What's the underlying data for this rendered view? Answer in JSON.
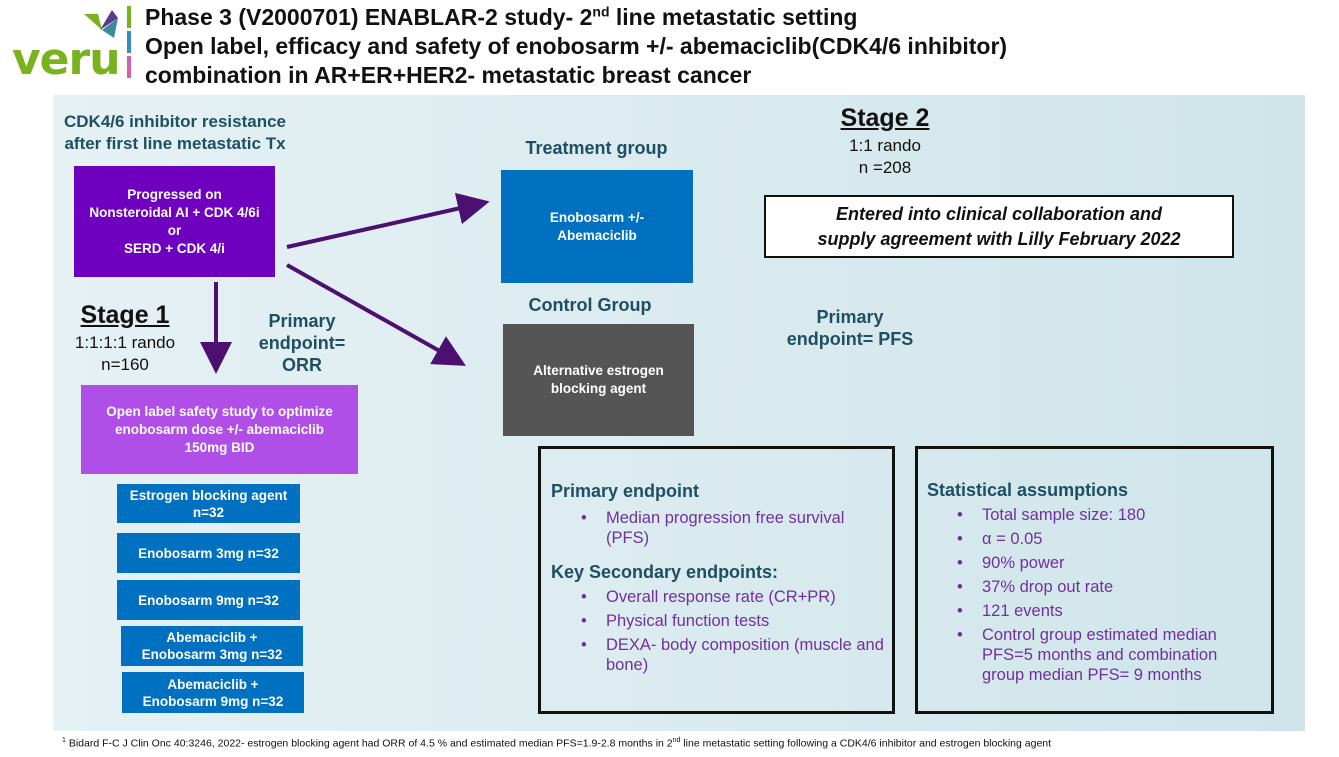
{
  "logo": {
    "text": "veru"
  },
  "title": {
    "line1_pre": "Phase 3 (V2000701) ENABLAR-2 study- 2",
    "line1_sup": "nd",
    "line1_post": " line metastatic setting",
    "line2": "Open label, efficacy and safety of enobosarm +/- abemaciclib(CDK4/6 inhibitor)",
    "line3": "combination in AR+ER+HER2- metastatic breast cancer"
  },
  "resistance": {
    "line1": "CDK4/6 inhibitor resistance",
    "line2": "after first line metastatic Tx"
  },
  "progressed_box": {
    "l1": "Progressed on",
    "l2": "Nonsteroidal AI + CDK 4/6i",
    "l3": "or",
    "l4": "SERD + CDK 4/i"
  },
  "stage1": {
    "heading": "Stage 1",
    "rando": "1:1:1:1 rando",
    "n": "n=160"
  },
  "stage1_endpoint": {
    "l1": "Primary",
    "l2": "endpoint=",
    "l3": "ORR"
  },
  "openlabel_box": {
    "l1": "Open label safety study to optimize",
    "l2": "enobosarm dose +/- abemaciclib",
    "l3": "150mg BID"
  },
  "arms": [
    {
      "l1": "Estrogen blocking agent",
      "l2": "n=32"
    },
    {
      "l1": "Enobosarm 3mg n=32",
      "l2": ""
    },
    {
      "l1": "Enobosarm 9mg n=32",
      "l2": ""
    },
    {
      "l1": "Abemaciclib +",
      "l2": "Enobosarm 3mg n=32"
    },
    {
      "l1": "Abemaciclib +",
      "l2": "Enobosarm 9mg n=32"
    }
  ],
  "treatment_group": {
    "heading": "Treatment group",
    "l1": "Enobosarm +/-",
    "l2": "Abemaciclib"
  },
  "control_group": {
    "heading": "Control Group",
    "l1": "Alternative estrogen",
    "l2": "blocking agent"
  },
  "stage2": {
    "heading": "Stage 2",
    "rando": "1:1 rando",
    "n": "n =208"
  },
  "collab": {
    "l1": "Entered into clinical collaboration and",
    "l2": "supply agreement with Lilly February 2022"
  },
  "stage2_endpoint": {
    "l1": "Primary",
    "l2": "endpoint= PFS"
  },
  "endpoints_box": {
    "primary_heading": "Primary endpoint",
    "primary_items": [
      "Median progression free survival (PFS)"
    ],
    "secondary_heading": "Key Secondary endpoints:",
    "secondary_items": [
      "Overall response rate (CR+PR)",
      "Physical function tests",
      "DEXA- body composition (muscle and bone)"
    ]
  },
  "stats_box": {
    "heading": "Statistical assumptions",
    "items": [
      "Total sample size: 180",
      "α = 0.05",
      "90% power",
      "37% drop out rate",
      "121 events",
      "Control group estimated median PFS=5 months and combination group median PFS= 9 months"
    ]
  },
  "footnote": {
    "sup1": "1",
    "part1": " Bidard F-C J Clin Onc 40:3246, 2022- estrogen blocking agent had ORR of 4.5 % and estimated median PFS=1.9-2.8 months in 2",
    "sup2": "nd",
    "part2": " line metastatic setting following a CDK4/6 inhibitor and estrogen blocking agent"
  },
  "colors": {
    "purple": "#7000c0",
    "lilac": "#b04fe8",
    "blue": "#0070c0",
    "gray": "#555555",
    "teal": "#1e4f62",
    "arrow": "#4b1070",
    "bullet_text": "#7030a0"
  }
}
